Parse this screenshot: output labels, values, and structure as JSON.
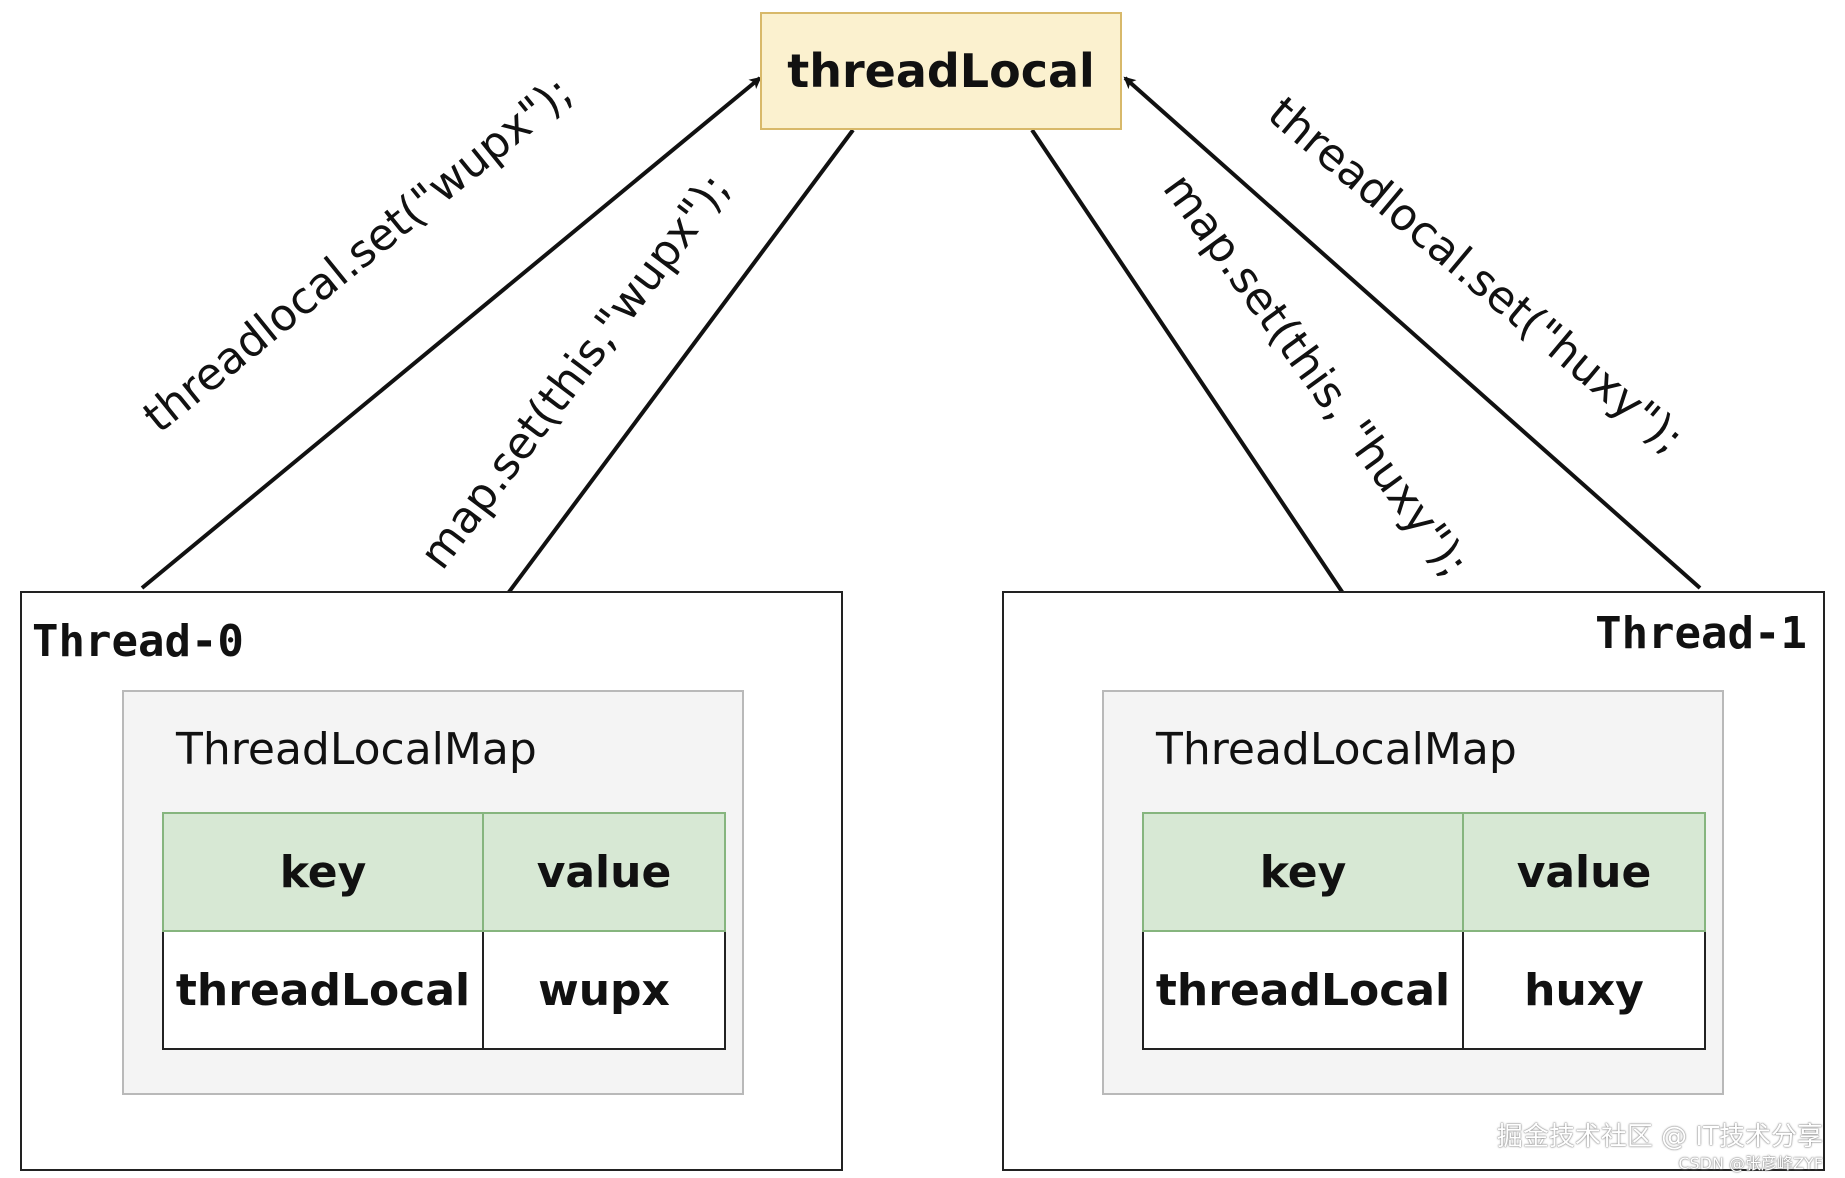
{
  "top_node": {
    "label": "threadLocal"
  },
  "edge_labels": {
    "left_outer": "threadlocal.set(\"wupx\");",
    "left_inner": "map.set(this,\"wupx\");",
    "right_inner": "map.set(this, \"huxy\");",
    "right_outer": "threadlocal.set(\"huxy\");"
  },
  "threads": [
    {
      "label": "Thread-0",
      "map_title": "ThreadLocalMap",
      "table": {
        "headers": [
          "key",
          "value"
        ],
        "rows": [
          [
            "threadLocal",
            "wupx"
          ]
        ]
      }
    },
    {
      "label": "Thread-1",
      "map_title": "ThreadLocalMap",
      "table": {
        "headers": [
          "key",
          "value"
        ],
        "rows": [
          [
            "threadLocal",
            "huxy"
          ]
        ]
      }
    }
  ],
  "watermark": {
    "line1": "掘金技术社区 @ IT技术分享",
    "line2": "CSDN @张彦峰ZYF"
  },
  "colors": {
    "top_node_fill": "#fbf1cf",
    "top_node_border": "#d8b96a",
    "header_fill": "#d7e8d4",
    "header_border": "#86b57e",
    "map_fill": "#f4f4f4"
  }
}
